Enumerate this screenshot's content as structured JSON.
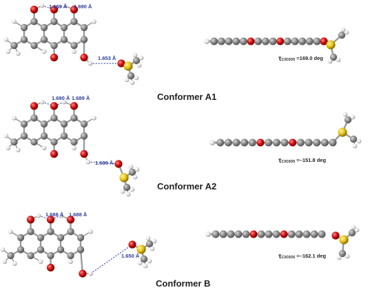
{
  "conformers": [
    {
      "name": "Conformer A1",
      "distances": [
        "1.689 Å",
        "1.690 Å",
        "1.653 Å"
      ],
      "torsion_symbol": "τ",
      "torsion_subscript": "C3O3O5",
      "torsion_value": " =169.0 deg"
    },
    {
      "name": "Conformer A2",
      "distances": [
        "1.690 Å",
        "1.689 Å",
        "1.639 Å"
      ],
      "torsion_symbol": "τ",
      "torsion_subscript": "C3O3O5",
      "torsion_value": " =–151.8 deg"
    },
    {
      "name": "Conformer B",
      "distances": [
        "1.688 Å",
        "1.688 Å",
        "1.650 Å"
      ],
      "torsion_symbol": "τ",
      "torsion_subscript": "C3O3O5",
      "torsion_value": " =–162.1 deg"
    }
  ],
  "colors": {
    "carbon": "#8a8a8a",
    "oxygen": "#d01010",
    "hydrogen": "#e6e6e6",
    "sulfur": "#e8c51a",
    "bond": "#9a9a9a",
    "hbond": "#2b3a9a"
  }
}
